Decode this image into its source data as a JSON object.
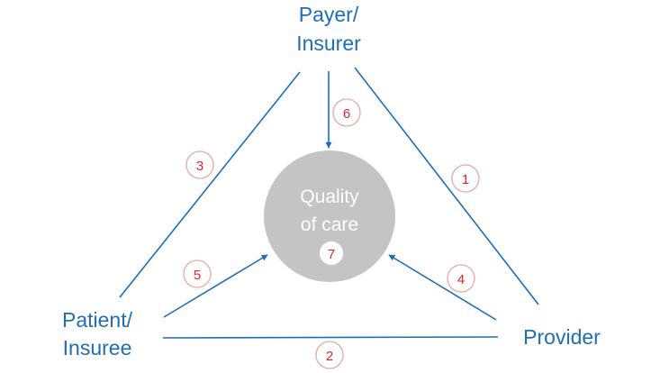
{
  "nodes": {
    "payer": {
      "line1": "Payer/",
      "line2": "Insurer"
    },
    "patient": {
      "line1": "Patient/",
      "line2": "Insuree"
    },
    "provider": {
      "label": "Provider"
    },
    "center": {
      "line1": "Quality",
      "line2": "of care"
    }
  },
  "badges": {
    "b1": "1",
    "b2": "2",
    "b3": "3",
    "b4": "4",
    "b5": "5",
    "b6": "6",
    "b7": "7"
  },
  "colors": {
    "node_text": "#1f6db5",
    "line": "#1f6db5",
    "center_fill": "#c4c4c4",
    "badge_text": "#d9262a",
    "badge_border": "#e0aaaa"
  }
}
